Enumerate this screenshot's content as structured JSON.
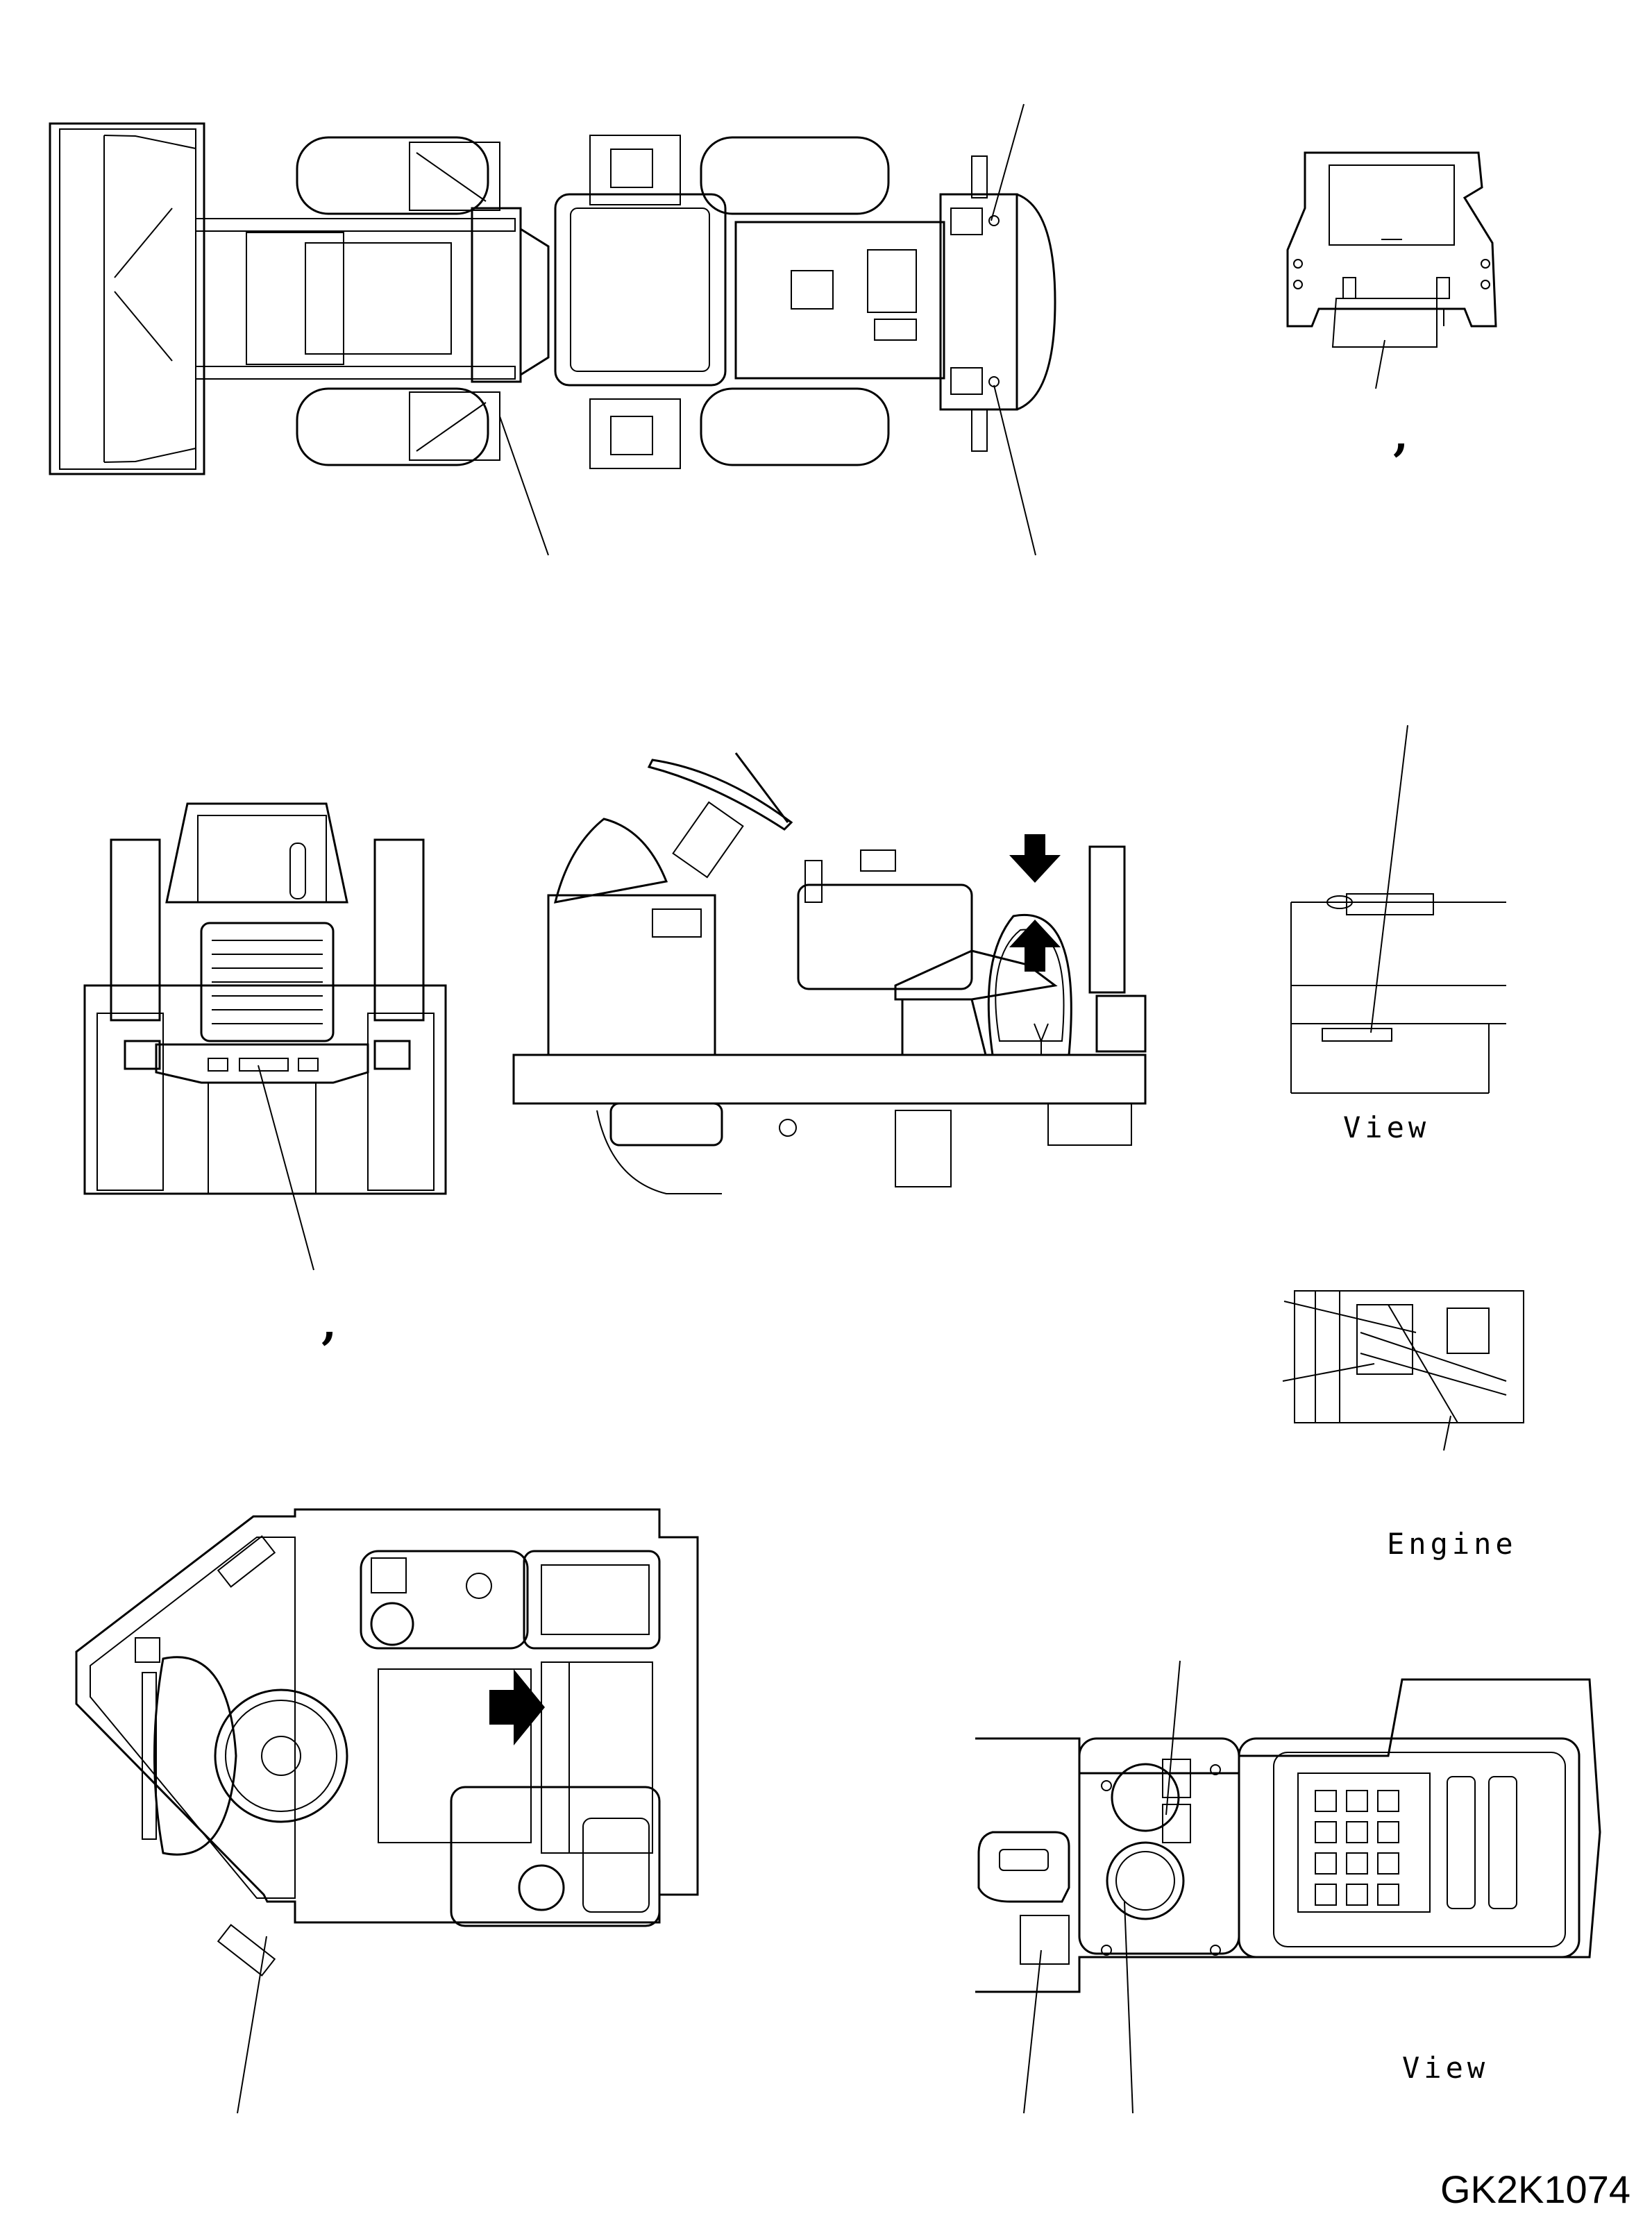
{
  "labels": {
    "view_upper": "View",
    "engine": "Engine",
    "view_lower": "View",
    "drawing_code": "GK2K1074",
    "comma_1": ",",
    "comma_2": ","
  }
}
